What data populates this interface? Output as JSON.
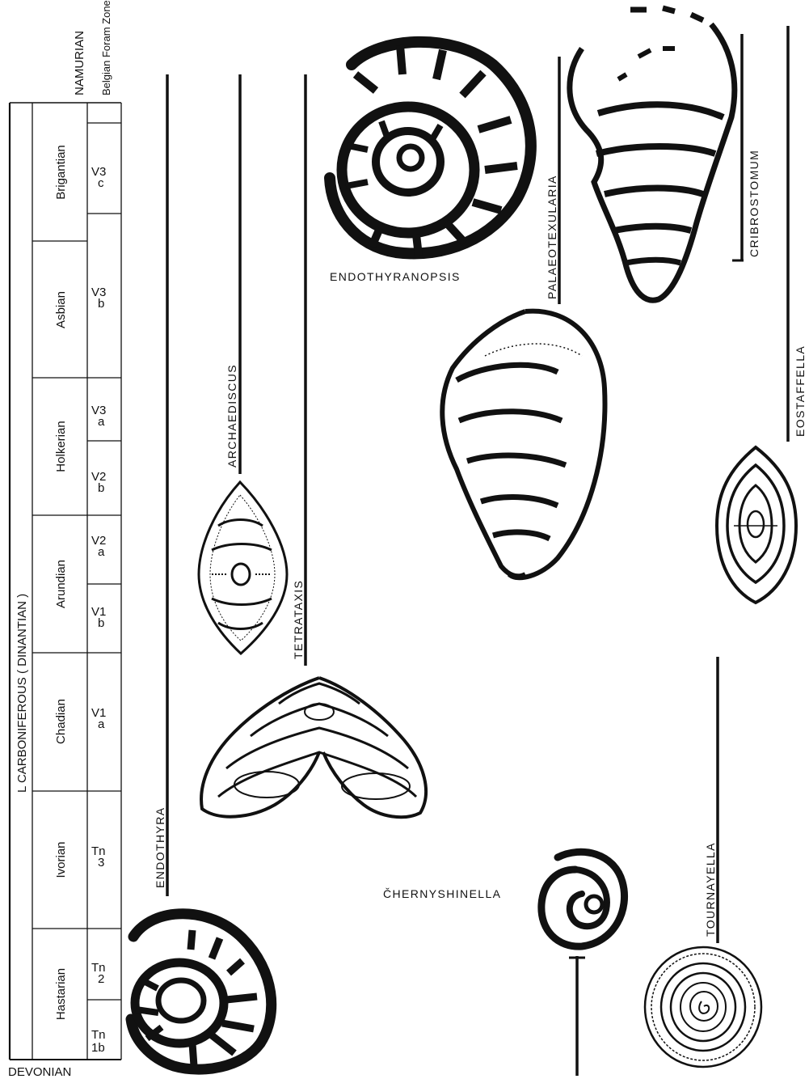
{
  "column": {
    "system_label": "L CARBONIFEROUS   ( DINANTIAN )",
    "top_label": "NAMURIAN",
    "bottom_label": "DEVONIAN",
    "zones_header": "Belgian Foram Zones",
    "stages": [
      {
        "name": "Brigantian"
      },
      {
        "name": "Asbian"
      },
      {
        "name": "Holkerian"
      },
      {
        "name": "Arundian"
      },
      {
        "name": "Chadian"
      },
      {
        "name": "Ivorian"
      },
      {
        "name": "Hastarian"
      }
    ],
    "zones": [
      {
        "main": "V3",
        "sub": "c"
      },
      {
        "main": "V3",
        "sub": "b"
      },
      {
        "main": "V3",
        "sub": "a"
      },
      {
        "main": "V2",
        "sub": "b"
      },
      {
        "main": "V2",
        "sub": "a"
      },
      {
        "main": "V1",
        "sub": "b"
      },
      {
        "main": "V1",
        "sub": "a"
      },
      {
        "main": "Tn",
        "sub": "3"
      },
      {
        "main": "Tn",
        "sub": "2"
      },
      {
        "main": "Tn",
        "sub": "1b"
      }
    ]
  },
  "taxa": [
    {
      "name": "ENDOTHYRA"
    },
    {
      "name": "ARCHAEDISCUS"
    },
    {
      "name": "TETRATAXIS"
    },
    {
      "name": "ENDOTHYRANOPSIS"
    },
    {
      "name": "PALAEOTEXULARIA"
    },
    {
      "name": "CRIBROSTOMUM"
    },
    {
      "name": "EOSTAFFELLA"
    },
    {
      "name": "ČHERNYSHINELLA"
    },
    {
      "name": "TOURNAYELLA"
    }
  ]
}
